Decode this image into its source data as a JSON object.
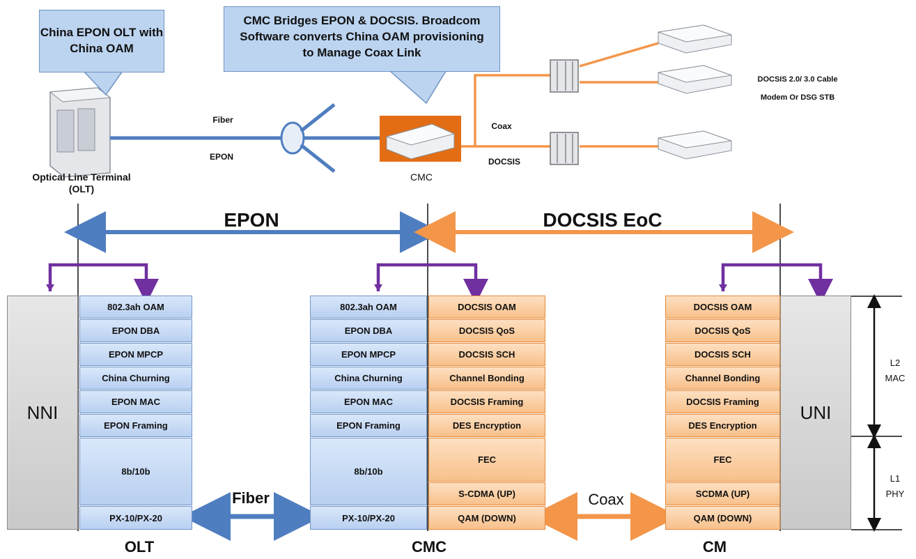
{
  "callouts": {
    "olt": "China EPON OLT with China OAM",
    "cmc": "CMC Bridges EPON & DOCSIS. Broadcom Software converts China OAM provisioning to Manage Coax Link"
  },
  "top_labels": {
    "fiber": "Fiber",
    "epon": "EPON",
    "olt_device": "Optical Line Terminal (OLT)",
    "cmc_device": "CMC",
    "coax": "Coax",
    "docsis": "DOCSIS",
    "cable_modem": "DOCSIS 2.0/ 3.0 Cable Modem Or DSG STB"
  },
  "spans": {
    "epon": "EPON",
    "docsis_eoc": "DOCSIS EoC"
  },
  "stacks": {
    "olt_epon": [
      "802.3ah OAM",
      "EPON DBA",
      "EPON MPCP",
      "China Churning",
      "EPON MAC",
      "EPON Framing",
      "8b/10b",
      "PX-10/PX-20"
    ],
    "cmc_epon": [
      "802.3ah OAM",
      "EPON DBA",
      "EPON MPCP",
      "China Churning",
      "EPON MAC",
      "EPON Framing",
      "8b/10b",
      "PX-10/PX-20"
    ],
    "cmc_docsis": [
      "DOCSIS OAM",
      "DOCSIS QoS",
      "DOCSIS SCH",
      "Channel Bonding",
      "DOCSIS Framing",
      "DES Encryption",
      "FEC",
      "S-CDMA (UP)",
      "QAM (DOWN)"
    ],
    "cm_docsis": [
      "DOCSIS OAM",
      "DOCSIS QoS",
      "DOCSIS SCH",
      "Channel Bonding",
      "DOCSIS Framing",
      "DES Encryption",
      "FEC",
      "SCDMA (UP)",
      "QAM (DOWN)"
    ]
  },
  "interfaces": {
    "nni": "NNI",
    "uni": "UNI"
  },
  "links": {
    "fiber": "Fiber",
    "coax": "Coax"
  },
  "layers": {
    "l2_line1": "L2",
    "l2_line2": "MAC",
    "l1_line1": "L1",
    "l1_line2": "PHY"
  },
  "bottom_labels": {
    "olt": "OLT",
    "cmc": "CMC",
    "cm": "CM"
  },
  "colors": {
    "epon_blue": "#4f7ec0",
    "docsis_orange": "#f3964a",
    "bridge_purple": "#7030a0"
  }
}
